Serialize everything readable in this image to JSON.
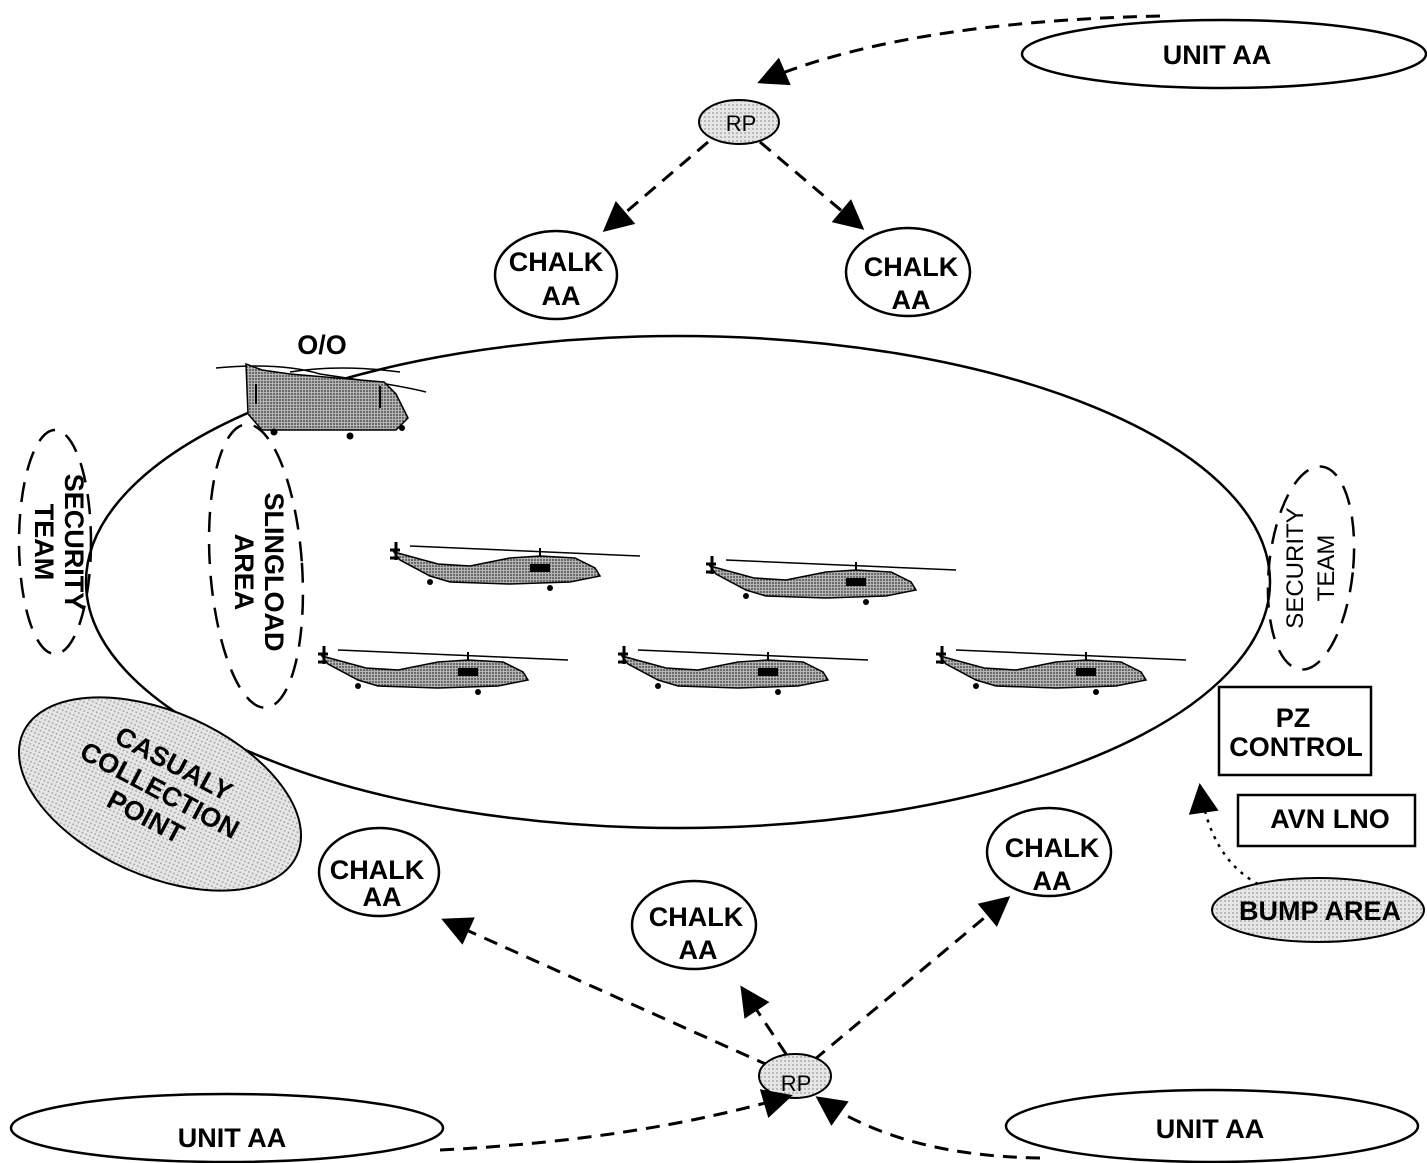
{
  "diagram": {
    "unit_aa_top": "UNIT AA",
    "unit_aa_bottom_left": "UNIT AA",
    "unit_aa_bottom_right": "UNIT AA",
    "rp_top": "RP",
    "rp_bottom": "RP",
    "chalk_top_left": [
      "CHALK",
      "AA"
    ],
    "chalk_top_right": [
      "CHALK",
      "AA"
    ],
    "chalk_bottom_left": [
      "CHALK",
      "AA"
    ],
    "chalk_bottom_mid": [
      "CHALK",
      "AA"
    ],
    "chalk_bottom_right": [
      "CHALK",
      "AA"
    ],
    "oo_label": "O/O",
    "security_team_left": [
      "SECURITY",
      "TEAM"
    ],
    "security_team_right": [
      "SECURITY",
      "TEAM"
    ],
    "slingload_area": [
      "SLINGLOAD",
      "AREA"
    ],
    "casualty_point": [
      "CASUALY",
      "COLLECTION",
      "POINT"
    ],
    "pz_control": [
      "PZ",
      "CONTROL"
    ],
    "avn_lno": "AVN LNO",
    "bump_area": "BUMP AREA"
  },
  "colors": {
    "stroke": "#000000",
    "shaded_fill": "#d9d9d9",
    "aircraft_fill": "#8f8f8f"
  }
}
